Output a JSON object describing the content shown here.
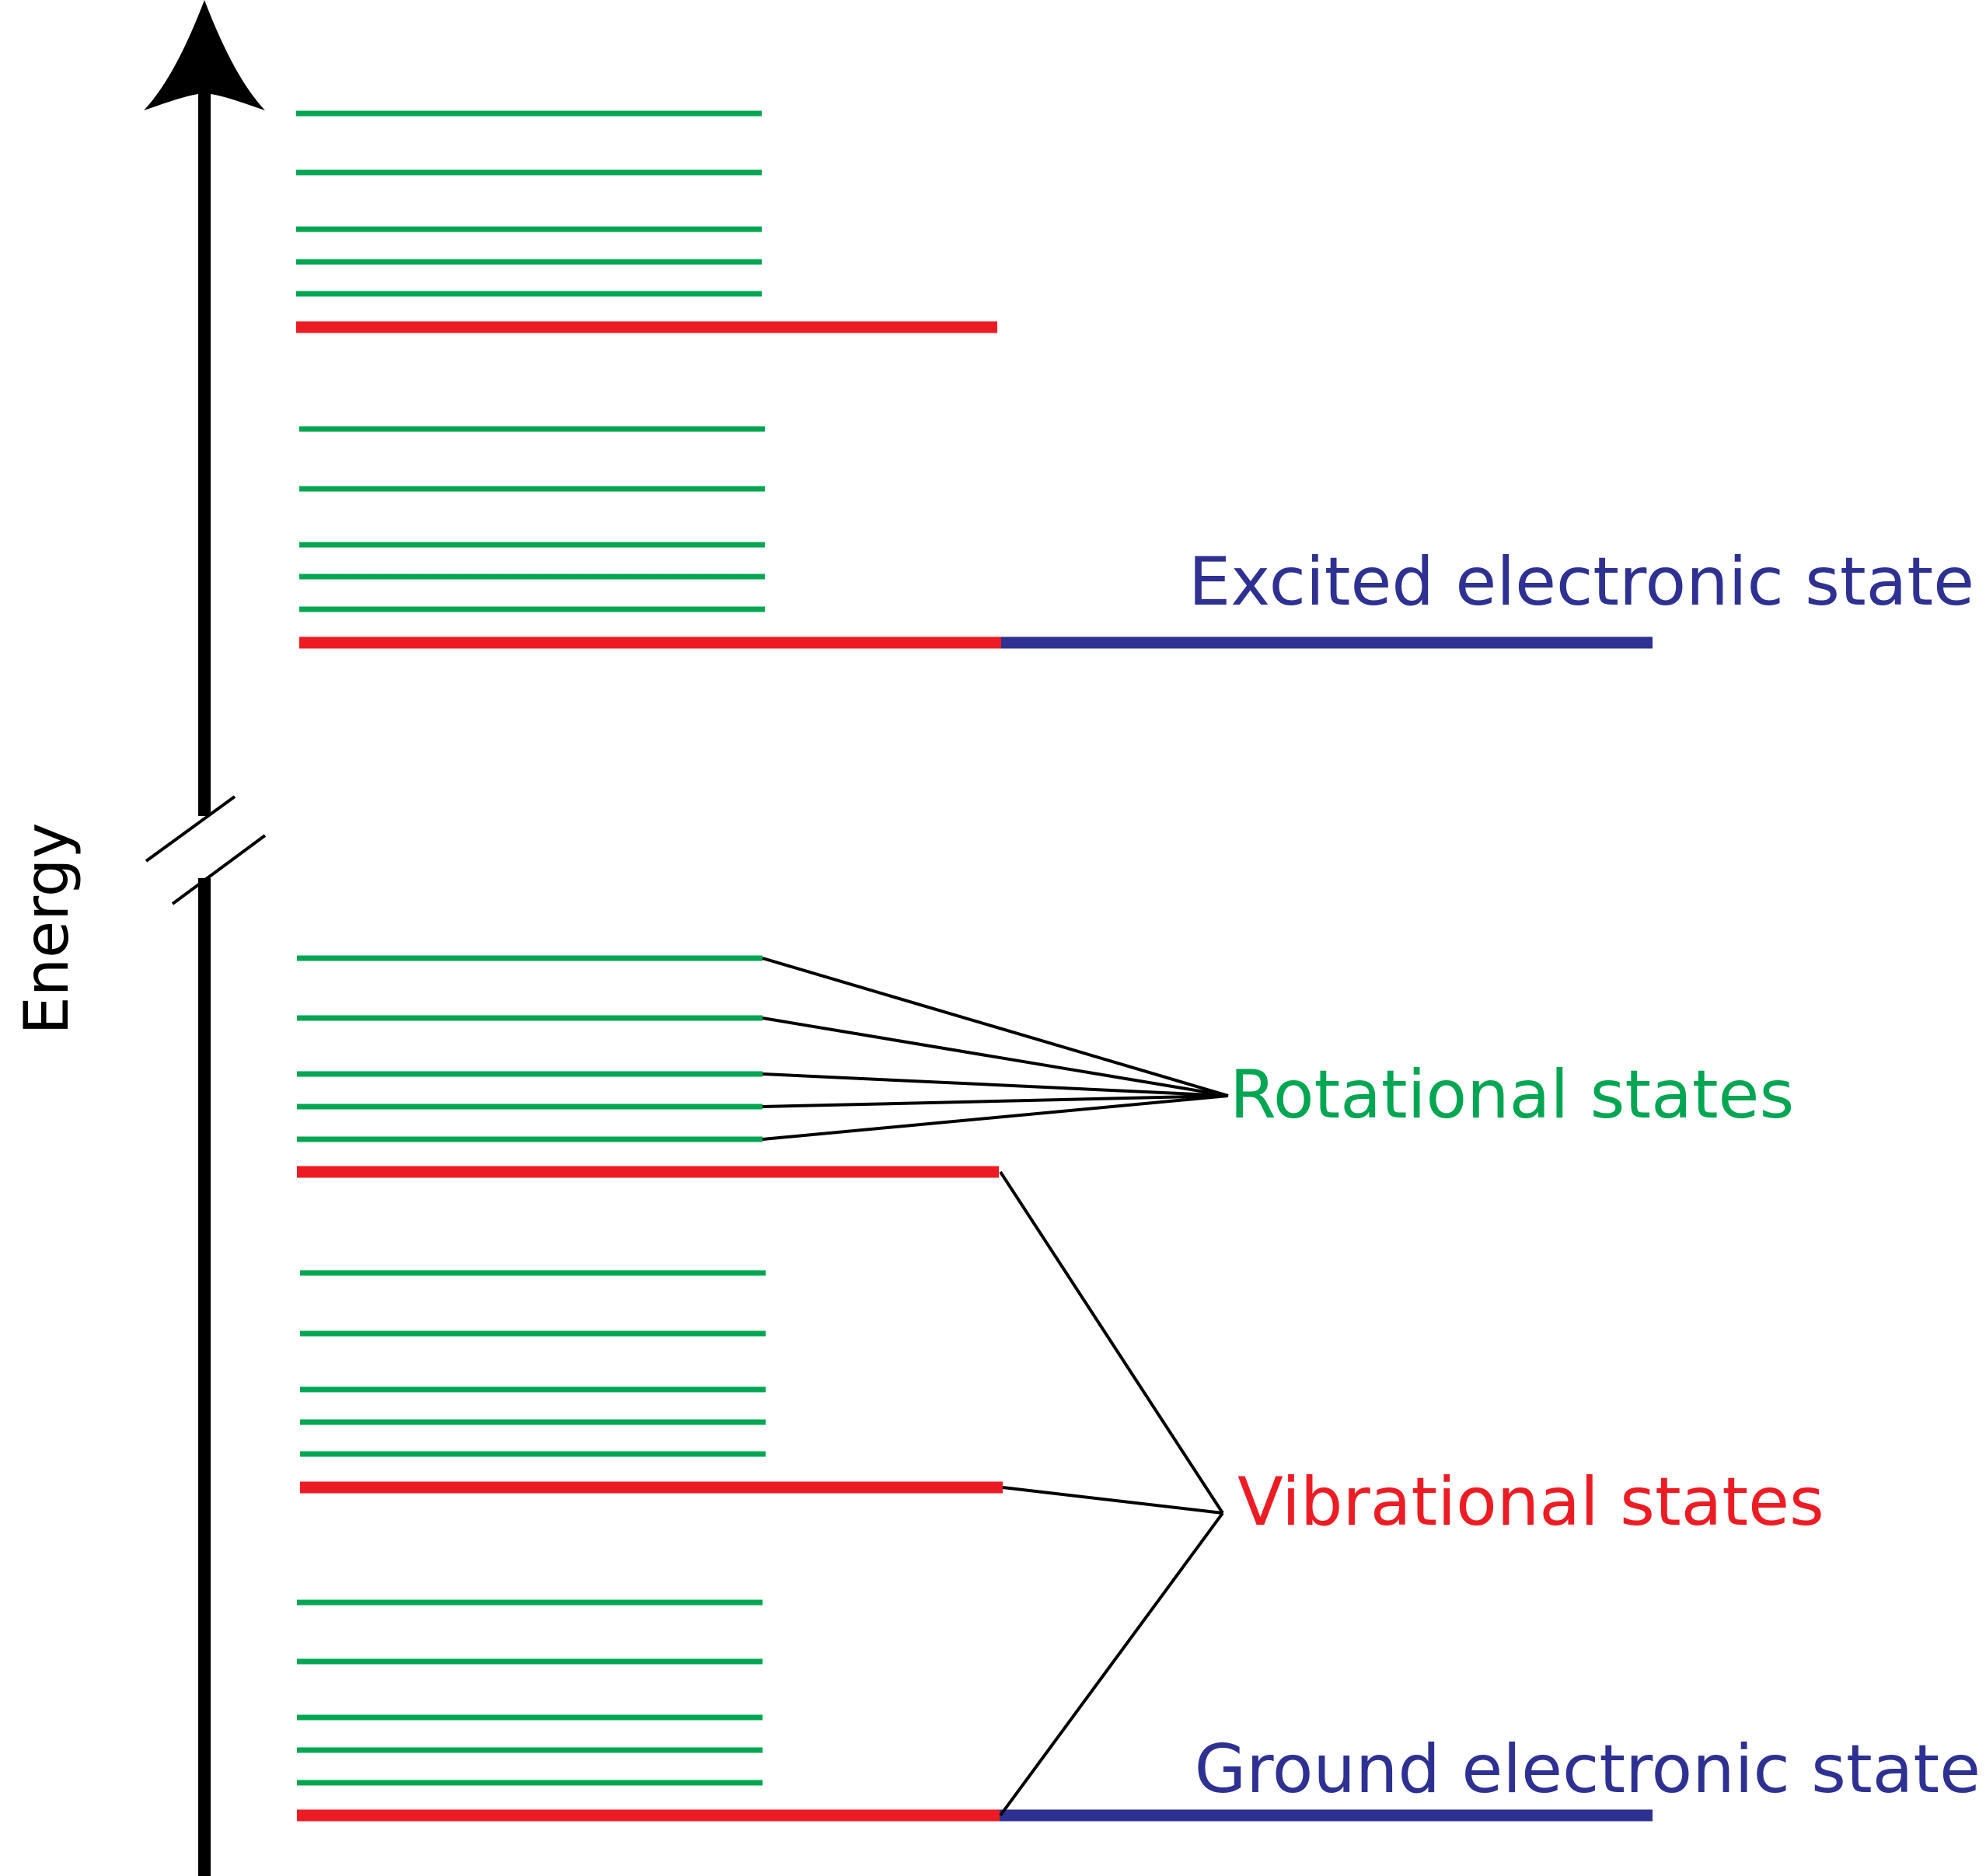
{
  "diagram": {
    "axis_label": "Energy",
    "labels": {
      "excited": "Excited electronic state",
      "rotational": "Rotational states",
      "vibrational": "Vibrational states",
      "ground": "Ground electronic state"
    },
    "colors": {
      "axis": "#000000",
      "rotational": "#00a651",
      "vibrational": "#ed1c24",
      "electronic": "#2e3192",
      "leader": "#000000"
    }
  }
}
